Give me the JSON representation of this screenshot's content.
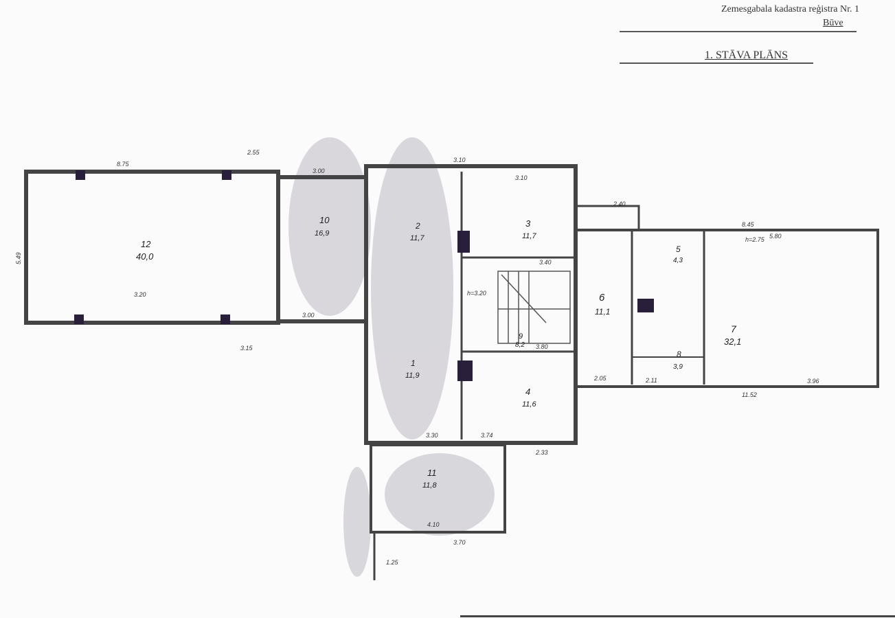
{
  "header": {
    "cadastre_label": "Zemesgabala kadastra reģistra Nr. 1",
    "building_label": "Būve",
    "plan_title": "1. STĀVA PLĀNS"
  },
  "rooms": [
    {
      "number": "12",
      "area": "40,0"
    },
    {
      "number": "10",
      "area": "16,9"
    },
    {
      "number": "2",
      "area": "11,7"
    },
    {
      "number": "3",
      "area": "11,7"
    },
    {
      "number": "6",
      "area": "11,1"
    },
    {
      "number": "5",
      "area": "4,3"
    },
    {
      "number": "7",
      "area": "32,1"
    },
    {
      "number": "8",
      "area": "3,9"
    },
    {
      "number": "1",
      "area": "11,9"
    },
    {
      "number": "4",
      "area": "11,6"
    },
    {
      "number": "11",
      "area": "11,8"
    },
    {
      "number": "9",
      "area": "8,2"
    }
  ],
  "dimensions": [
    "8.75",
    "3.20",
    "5.49",
    "2.55",
    "3.15",
    "3.00",
    "3.00",
    "3.10",
    "3.10",
    "2.40",
    "8.45",
    "5.80",
    "3.96",
    "2.05",
    "11.52",
    "3.74",
    "3.30",
    "2.33",
    "4.10",
    "3.70",
    "1.25",
    "h=3.20",
    "h=2.75",
    "3.40",
    "3.80",
    "2.11"
  ]
}
